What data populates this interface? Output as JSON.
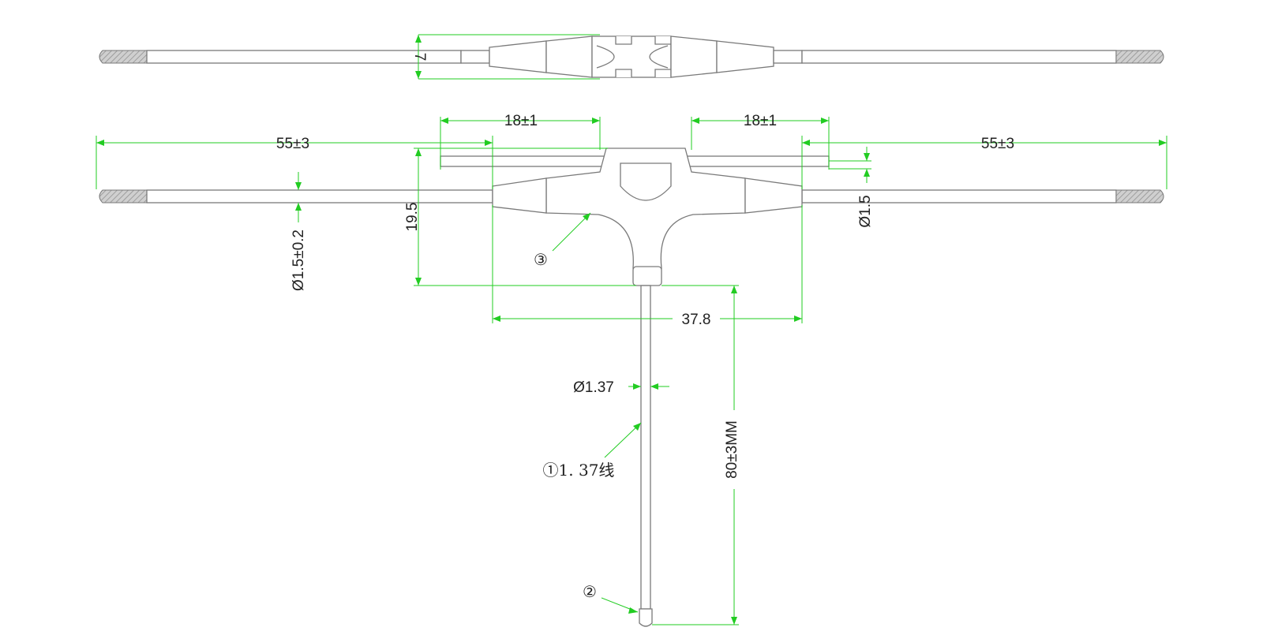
{
  "dimensions": {
    "height_top": "7",
    "branch_left": "18±1",
    "branch_right": "18±1",
    "arm_left": "55±3",
    "arm_right": "55±3",
    "body_height": "19.5",
    "arm_diameter": "Ø1.5±0.2",
    "arm_diameter_short": "Ø1.5",
    "body_width": "37.8",
    "cable_diameter": "Ø1.37",
    "cable_length": "80±3MM"
  },
  "callouts": {
    "cable": "①1. 37线",
    "connector": "②",
    "body": "③"
  },
  "colors": {
    "dimension_line": "#22cc22",
    "outline": "#7a7a7a"
  }
}
